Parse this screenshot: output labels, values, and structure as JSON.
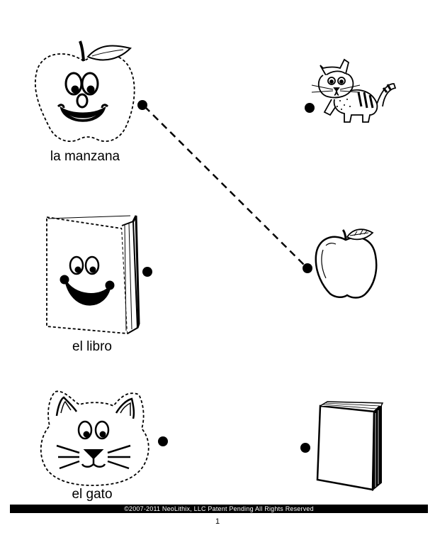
{
  "items_left": [
    {
      "word": "la manzana",
      "picture": "apple-face"
    },
    {
      "word": "el libro",
      "picture": "book-face"
    },
    {
      "word": "el gato",
      "picture": "cat-face"
    }
  ],
  "items_right": [
    {
      "picture": "cat"
    },
    {
      "picture": "apple"
    },
    {
      "picture": "book"
    }
  ],
  "connected": [
    {
      "from": "la manzana",
      "to": "apple"
    }
  ],
  "footer": {
    "copyright": "©2007-2011  NeoLithix, LLC  Patent Pending  All Rights Reserved",
    "page_number": "1"
  },
  "colors": {
    "ink": "#000000",
    "paper": "#ffffff"
  }
}
